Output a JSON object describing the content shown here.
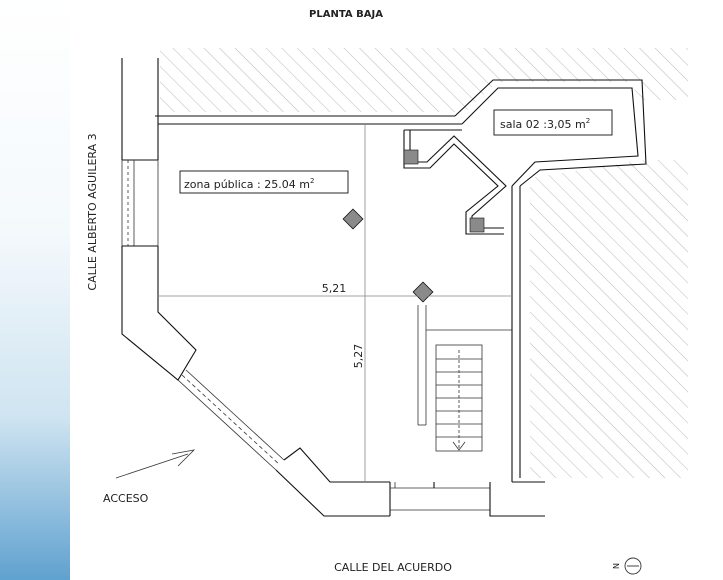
{
  "plan": {
    "title": "PLANTA BAJA",
    "rooms": [
      {
        "name": "zona pública",
        "value": "25.04"
      },
      {
        "name": "sala 02",
        "value": "3,05"
      }
    ],
    "area_unit": "m",
    "area_unit_exp": "2",
    "dimensions": {
      "width": "5,21",
      "depth": "5,27"
    },
    "streets": {
      "left": "CALLE ALBERTO AGUILERA 3",
      "bottom": "CALLE  DEL ACUERDO"
    },
    "access_label": "ACCESO",
    "north_label": "N",
    "colors": {
      "line": "#111111",
      "column_fill": "#8a8a8a",
      "hatch": "#999999",
      "accent": "#5fa1cf"
    }
  }
}
